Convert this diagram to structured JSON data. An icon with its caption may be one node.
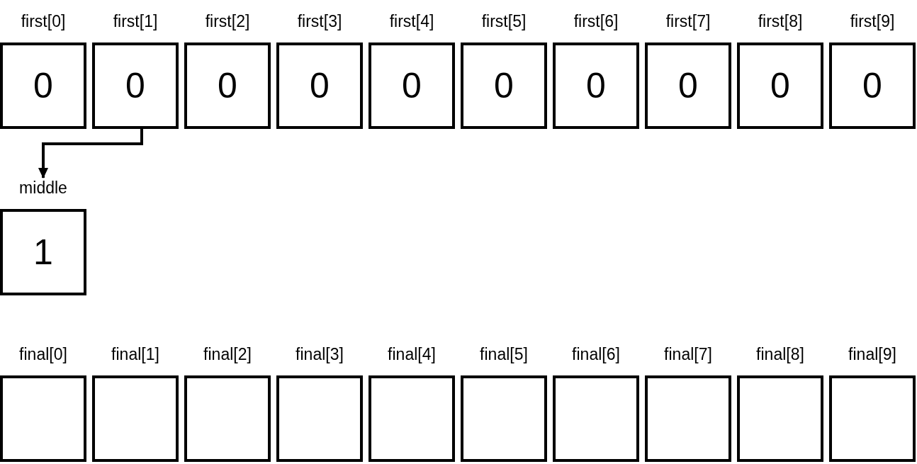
{
  "diagram": {
    "nodes": [
      {
        "text": [
          "first[0]",
          "0"
        ]
      },
      {
        "text": [
          "first[1]",
          "0"
        ]
      },
      {
        "text": [
          "first[2]",
          "0"
        ]
      },
      {
        "text": [
          "first[3]",
          "0"
        ]
      },
      {
        "text": [
          "first[4]",
          "0"
        ]
      },
      {
        "text": [
          "first[5]",
          "0"
        ]
      },
      {
        "text": [
          "first[6]",
          "0"
        ]
      },
      {
        "text": [
          "first[7]",
          "0"
        ]
      },
      {
        "text": [
          "first[8]",
          "0"
        ]
      },
      {
        "text": [
          "first[9]",
          "0"
        ]
      },
      {
        "text": [
          "middle",
          "1"
        ]
      },
      {
        "text": [
          "final[0]"
        ]
      },
      {
        "text": [
          "final[1]"
        ]
      },
      {
        "text": [
          "final[2]"
        ]
      },
      {
        "text": [
          "final[3]"
        ]
      },
      {
        "text": [
          "final[4]"
        ]
      },
      {
        "text": [
          "final[5]"
        ]
      },
      {
        "text": [
          "final[6]"
        ]
      },
      {
        "text": [
          "final[7]"
        ]
      },
      {
        "text": [
          "final[8]"
        ]
      },
      {
        "text": [
          "final[9]"
        ]
      }
    ],
    "edges": [
      {
        "from": 1,
        "to": 10,
        "arrow": "to"
      }
    ]
  }
}
